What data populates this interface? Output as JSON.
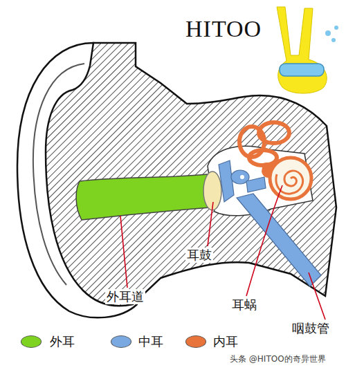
{
  "diagram": {
    "labels": [
      "HITOO",
      "耳鼓",
      "外耳道",
      "耳蜗",
      "咽鼓管",
      "头条 @HITOO的奇异世界"
    ],
    "legend": [
      {
        "text": "外耳",
        "color": "#7ed321"
      },
      {
        "text": "中耳",
        "color": "#7aa8e0"
      },
      {
        "text": "内耳",
        "color": "#e8743b"
      }
    ]
  }
}
